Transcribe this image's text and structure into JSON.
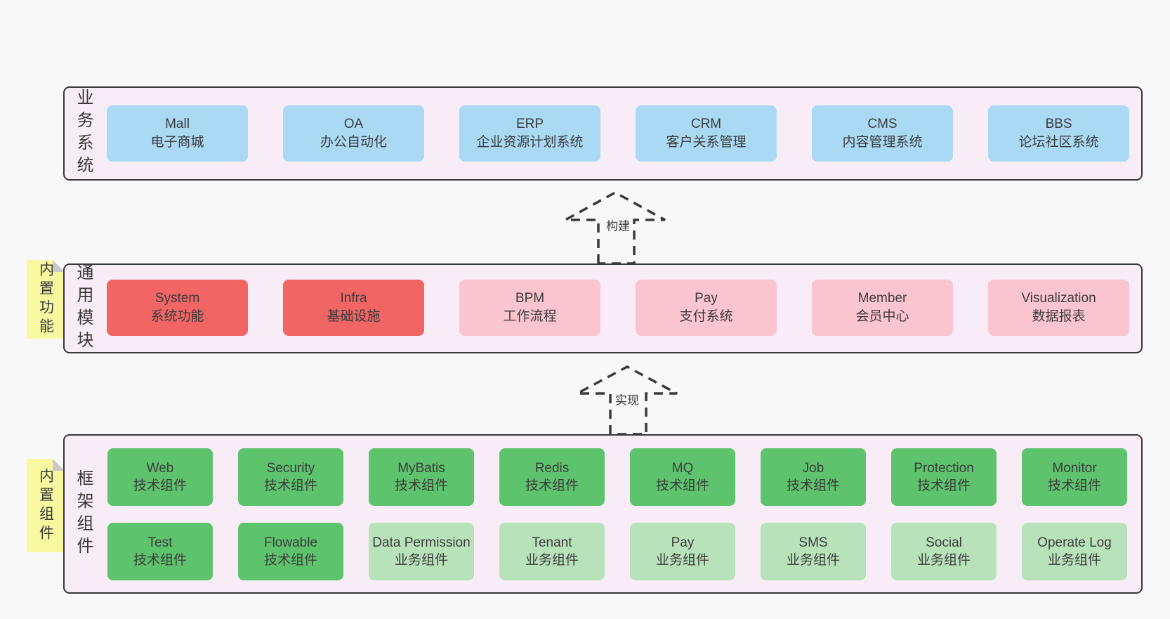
{
  "bands": [
    {
      "id": "business-systems",
      "label": "业务系统",
      "boxes": [
        {
          "name": "Mall",
          "desc": "电子商城",
          "variant": "blue"
        },
        {
          "name": "OA",
          "desc": "办公自动化",
          "variant": "blue"
        },
        {
          "name": "ERP",
          "desc": "企业资源计划系统",
          "variant": "blue"
        },
        {
          "name": "CRM",
          "desc": "客户关系管理",
          "variant": "blue"
        },
        {
          "name": "CMS",
          "desc": "内容管理系统",
          "variant": "blue"
        },
        {
          "name": "BBS",
          "desc": "论坛社区系统",
          "variant": "blue"
        }
      ]
    },
    {
      "id": "common-modules",
      "label": "通用模块",
      "boxes": [
        {
          "name": "System",
          "desc": "系统功能",
          "variant": "red"
        },
        {
          "name": "Infra",
          "desc": "基础设施",
          "variant": "red"
        },
        {
          "name": "BPM",
          "desc": "工作流程",
          "variant": "pink"
        },
        {
          "name": "Pay",
          "desc": "支付系统",
          "variant": "pink"
        },
        {
          "name": "Member",
          "desc": "会员中心",
          "variant": "pink"
        },
        {
          "name": "Visualization",
          "desc": "数据报表",
          "variant": "pink"
        }
      ]
    },
    {
      "id": "framework-components",
      "label": "框架组件",
      "rows": [
        [
          {
            "name": "Web",
            "desc": "技术组件",
            "variant": "green"
          },
          {
            "name": "Security",
            "desc": "技术组件",
            "variant": "green"
          },
          {
            "name": "MyBatis",
            "desc": "技术组件",
            "variant": "green"
          },
          {
            "name": "Redis",
            "desc": "技术组件",
            "variant": "green"
          },
          {
            "name": "MQ",
            "desc": "技术组件",
            "variant": "green"
          },
          {
            "name": "Job",
            "desc": "技术组件",
            "variant": "green"
          },
          {
            "name": "Protection",
            "desc": "技术组件",
            "variant": "green"
          },
          {
            "name": "Monitor",
            "desc": "技术组件",
            "variant": "green"
          }
        ],
        [
          {
            "name": "Test",
            "desc": "技术组件",
            "variant": "green"
          },
          {
            "name": "Flowable",
            "desc": "技术组件",
            "variant": "green"
          },
          {
            "name": "Data Permission",
            "desc": "业务组件",
            "variant": "lightgreen"
          },
          {
            "name": "Tenant",
            "desc": "业务组件",
            "variant": "lightgreen"
          },
          {
            "name": "Pay",
            "desc": "业务组件",
            "variant": "lightgreen"
          },
          {
            "name": "SMS",
            "desc": "业务组件",
            "variant": "lightgreen"
          },
          {
            "name": "Social",
            "desc": "业务组件",
            "variant": "lightgreen"
          },
          {
            "name": "Operate Log",
            "desc": "业务组件",
            "variant": "lightgreen"
          }
        ]
      ]
    }
  ],
  "notes": [
    {
      "text": "内置功能"
    },
    {
      "text": "内置组件"
    }
  ],
  "arrows": [
    {
      "label": "构建"
    },
    {
      "label": "实现"
    }
  ],
  "colors": {
    "page_bg": "#f8f8f8",
    "panel_bg": "#f8edf6",
    "panel_border": "#383838",
    "blue": "#aad9f4",
    "red": "#f16565",
    "pink": "#fbc5cf",
    "green": "#5ec36d",
    "light_green": "#b8e2ba",
    "note_yellow": "#f8f8a1",
    "note_fold": "#c9c9c9",
    "text": "#3c3c3c"
  }
}
